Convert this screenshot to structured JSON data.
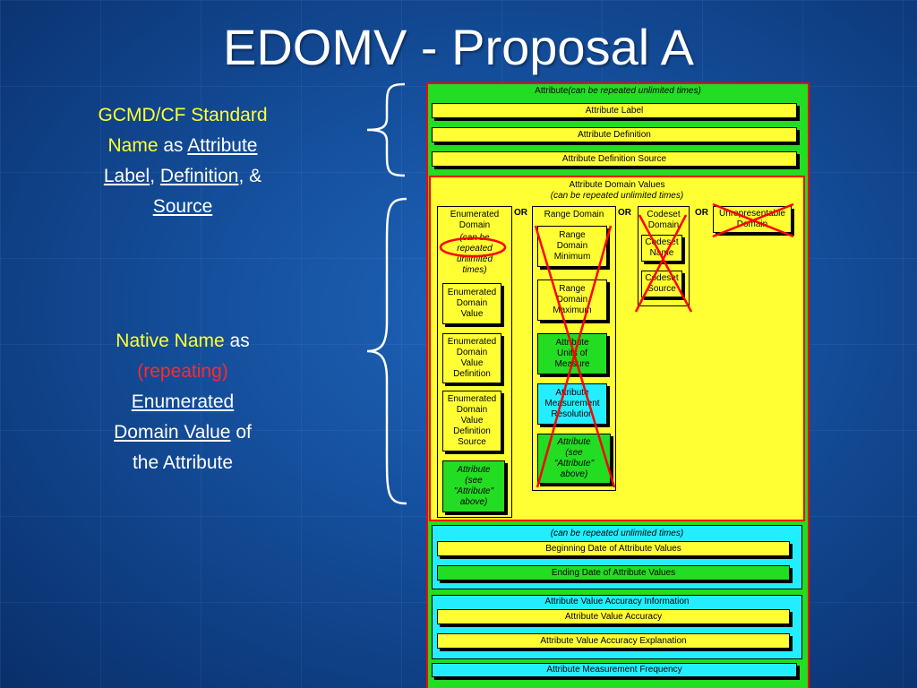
{
  "slide": {
    "title": "EDOMV - Proposal A"
  },
  "left_notes": {
    "note1": {
      "line1": "GCMD/CF Standard",
      "name": "Name",
      "as": " as ",
      "attribute_label_a": "Attribute",
      "attribute_label_b": "Label",
      "comma1": ", ",
      "definition": "Definition",
      "comma2": ", & ",
      "source": "Source"
    },
    "note2": {
      "native_name": "Native Name",
      "as": " as",
      "repeating": "(repeating)",
      "enumerated": "Enumerated",
      "domain_value": "Domain Value",
      "of": " of",
      "the_attribute": "the Attribute"
    }
  },
  "diagram": {
    "attribute_header": "Attribute",
    "attribute_header_note": "(can be repeated unlimited times)",
    "attribute_label": "Attribute Label",
    "attribute_definition": "Attribute Definition",
    "attribute_definition_source": "Attribute Definition Source",
    "domain_values_title": "Attribute Domain Values",
    "domain_values_note": "(can be repeated unlimited times)",
    "or": "OR",
    "enumerated_domain": {
      "title_1": "Enumerated",
      "title_2": "Domain",
      "note_1": "(can be",
      "note_2": "repeated",
      "note_3": "unlimited",
      "note_4": "times)",
      "value_1": "Enumerated",
      "value_2": "Domain",
      "value_3": "Value",
      "def_1": "Enumerated",
      "def_2": "Domain",
      "def_3": "Value",
      "def_4": "Definition",
      "src_1": "Enumerated",
      "src_2": "Domain",
      "src_3": "Value",
      "src_4": "Definition",
      "src_5": "Source",
      "attr_1": "Attribute",
      "attr_2": "(see",
      "attr_3": "\"Attribute\"",
      "attr_4": "above)"
    },
    "range_domain": {
      "title": "Range Domain",
      "min_1": "Range",
      "min_2": "Domain",
      "min_3": "Minimum",
      "max_1": "Range",
      "max_2": "Domain",
      "max_3": "Maximum",
      "units_1": "Attribute",
      "units_2": "Units of",
      "units_3": "Measure",
      "res_1": "Attribute",
      "res_2": "Measurement",
      "res_3": "Resolution",
      "attr_1": "Attribute",
      "attr_2": "(see",
      "attr_3": "\"Attribute\"",
      "attr_4": "above)"
    },
    "codeset_domain": {
      "title_1": "Codeset",
      "title_2": "Domain",
      "name_1": "Codeset",
      "name_2": "Name",
      "source_1": "Codeset",
      "source_2": "Source"
    },
    "unrepresentable_1": "Unrepresentable",
    "unrepresentable_2": "Domain",
    "dates_note": "(can be repeated unlimited times)",
    "beginning_date": "Beginning Date of Attribute Values",
    "ending_date": "Ending Date of Attribute Values",
    "accuracy_info": "Attribute Value Accuracy Information",
    "accuracy": "Attribute Value Accuracy",
    "accuracy_explanation": "Attribute Value Accuracy Explanation",
    "measurement_frequency": "Attribute Measurement Frequency"
  },
  "colors": {
    "title": "#ffffff",
    "highlight_yellow": "#ffff33",
    "highlight_red": "#ff2a2a",
    "diagram_green": "#23dd23",
    "diagram_yellow": "#ffff33",
    "diagram_cyan": "#22eeff",
    "markup_red": "#ff0000"
  }
}
